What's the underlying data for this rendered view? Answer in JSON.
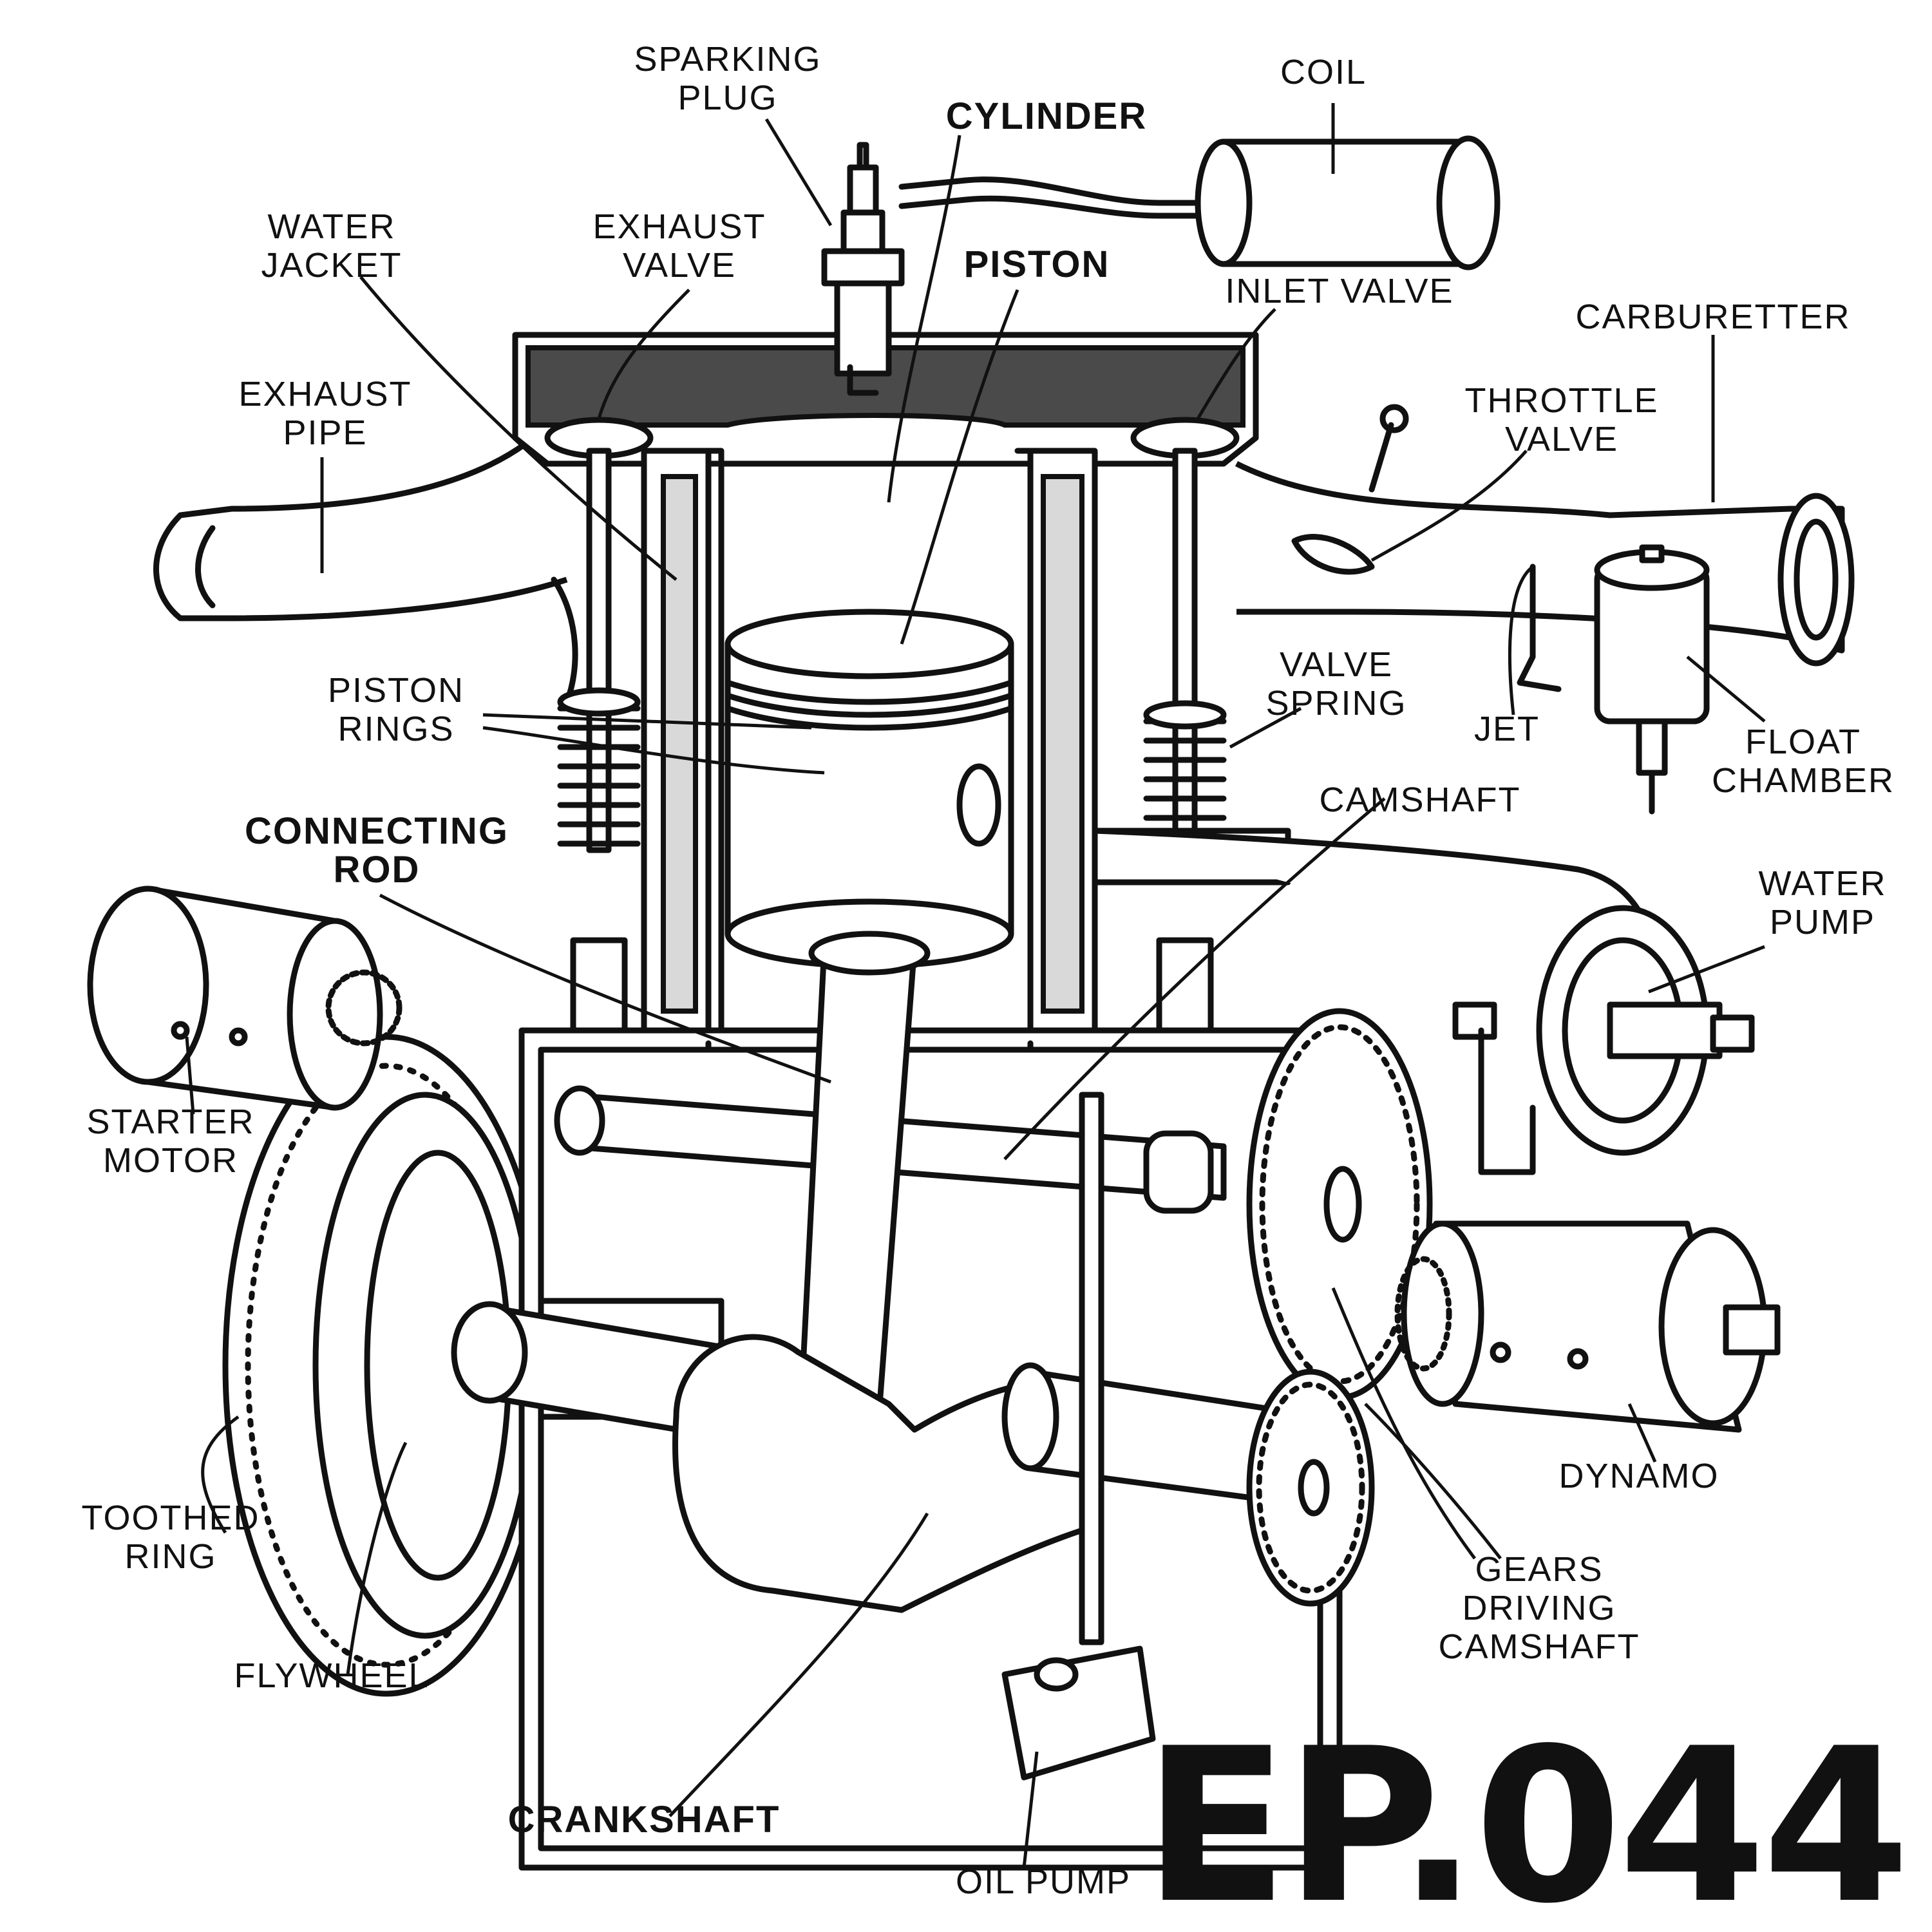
{
  "labels": {
    "sparking_plug": [
      "SPARKING",
      "PLUG"
    ],
    "cylinder": "CYLINDER",
    "coil": "COIL",
    "water_jacket": [
      "WATER",
      "JACKET"
    ],
    "exhaust_valve": [
      "EXHAUST",
      "VALVE"
    ],
    "piston": "PISTON",
    "inlet_valve": "INLET  VALVE",
    "carburetter": "CARBURETTER",
    "exhaust_pipe": [
      "EXHAUST",
      "PIPE"
    ],
    "throttle_valve": [
      "THROTTLE",
      "VALVE"
    ],
    "piston_rings": [
      "PISTON",
      "RINGS"
    ],
    "valve_spring": [
      "VALVE",
      "SPRING"
    ],
    "jet": "JET",
    "float_chamber": [
      "FLOAT",
      "CHAMBER"
    ],
    "connecting_rod": [
      "CONNECTING",
      "ROD"
    ],
    "camshaft": "CAMSHAFT",
    "water_pump": [
      "WATER",
      "PUMP"
    ],
    "starter_motor": [
      "STARTER",
      "MOTOR"
    ],
    "dynamo": "DYNAMO",
    "toothed_ring": [
      "TOOTHED",
      "RING"
    ],
    "gears_driving_camshaft": [
      "GEARS",
      "DRIVING",
      "CAMSHAFT"
    ],
    "flywheel": "FLYWHEEL",
    "crankshaft": "CRANKSHAFT",
    "oil_pump": "OIL  PUMP"
  },
  "episode": "EP.044"
}
